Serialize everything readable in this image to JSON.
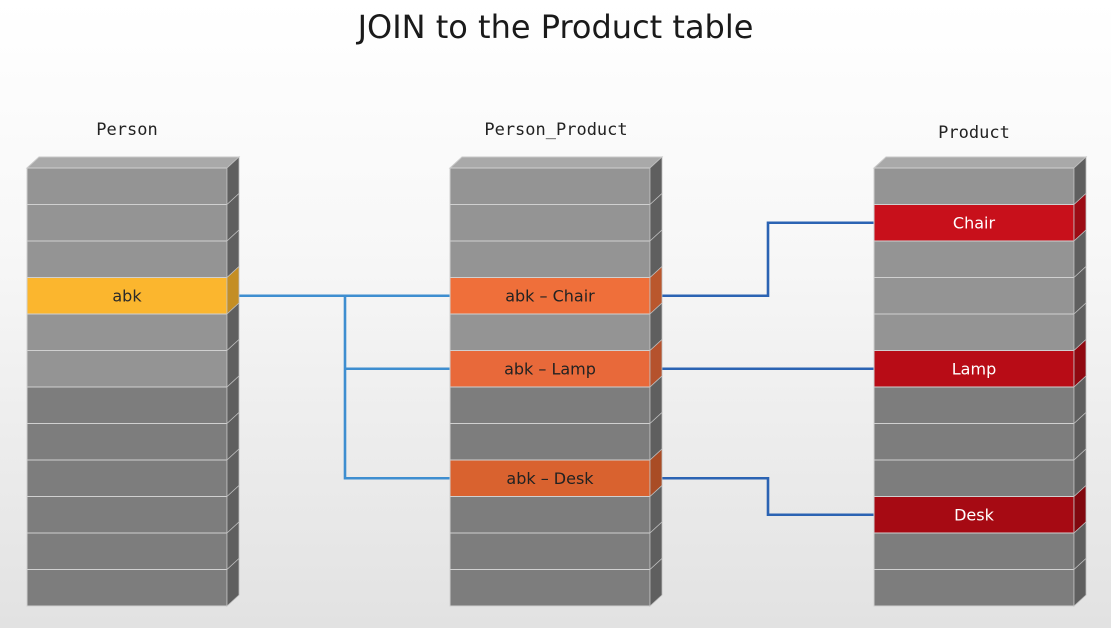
{
  "title": "JOIN to the Product table",
  "tables": {
    "person": {
      "label": "Person",
      "highlight_color": "#fbb62e",
      "highlight_text": "abk"
    },
    "person_product": {
      "label": "Person_Product",
      "rows": [
        "abk – Chair",
        "abk – Lamp",
        "abk – Desk"
      ],
      "row_colors": [
        "#ef6f3a",
        "#e8693a",
        "#d9622f"
      ]
    },
    "product": {
      "label": "Product",
      "rows": [
        "Chair",
        "Lamp",
        "Desk"
      ],
      "row_colors": [
        "#c8101b",
        "#b80c16",
        "#a60a13"
      ]
    }
  },
  "colors": {
    "row_gray": "#8f8f8f",
    "row_gray_dark": "#6e6e6e",
    "connector_light": "#3e8ed0",
    "connector_dark": "#2b63b3"
  }
}
